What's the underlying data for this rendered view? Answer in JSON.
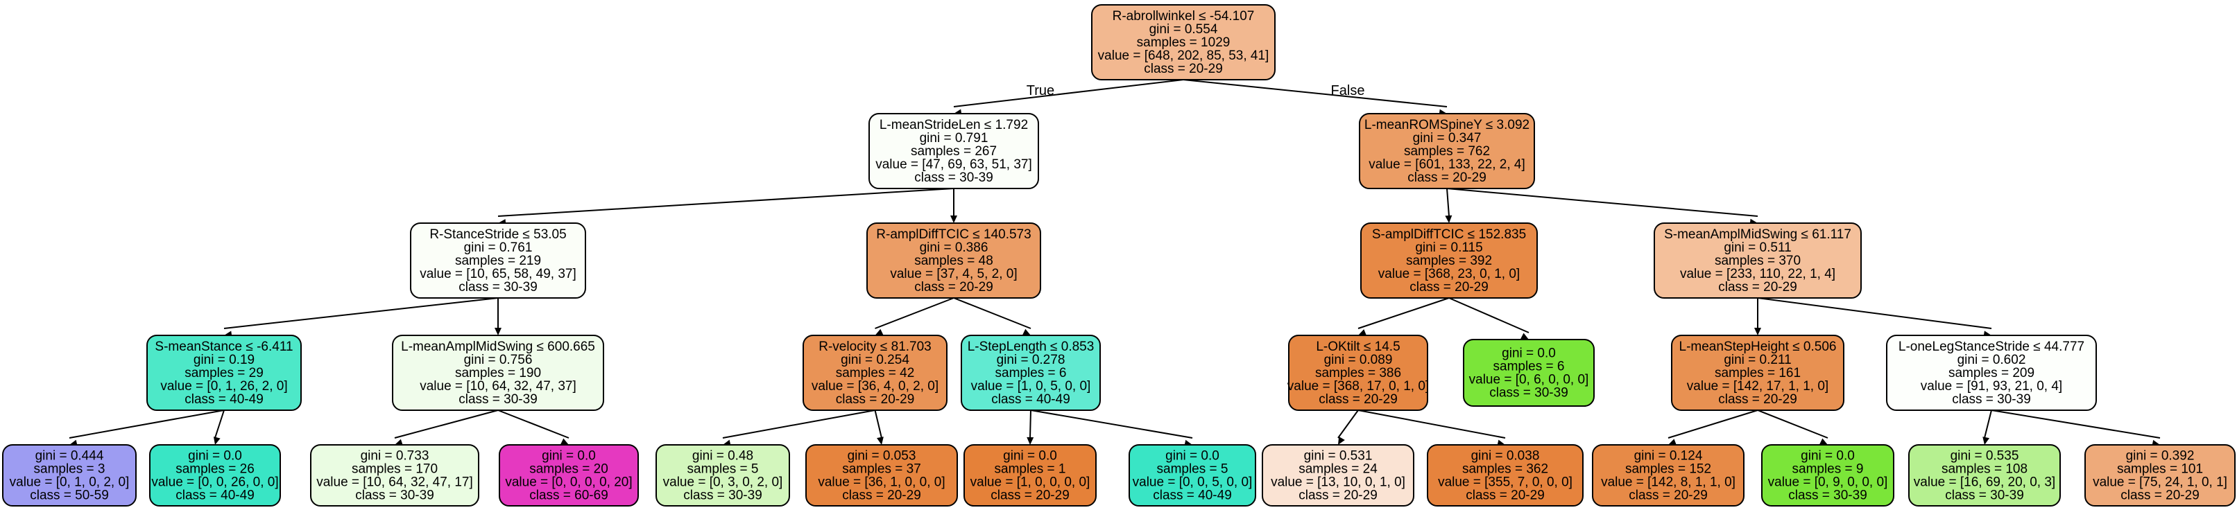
{
  "tree": {
    "edge_labels": {
      "true": "True",
      "false": "False"
    },
    "nodes": [
      {
        "id": "n0",
        "lines": [
          "R-abrollwinkel ≤ -54.107",
          "gini = 0.554",
          "samples = 1029",
          "value = [648, 202, 85, 53, 41]",
          "class = 20-29"
        ],
        "fill": "#f2b890"
      },
      {
        "id": "n1",
        "lines": [
          "L-meanStrideLen ≤ 1.792",
          "gini = 0.791",
          "samples = 267",
          "value = [47, 69, 63, 51, 37]",
          "class = 30-39"
        ],
        "fill": "#fbfef9"
      },
      {
        "id": "n2",
        "lines": [
          "R-StanceStride ≤ 53.05",
          "gini = 0.761",
          "samples = 219",
          "value = [10, 65, 58, 49, 37]",
          "class = 30-39"
        ],
        "fill": "#fbfef8"
      },
      {
        "id": "n3",
        "lines": [
          "S-meanStance ≤ -6.411",
          "gini = 0.19",
          "samples = 29",
          "value = [0, 1, 26, 2, 0]",
          "class = 40-49"
        ],
        "fill": "#4de8c8"
      },
      {
        "id": "n4",
        "lines": [
          "gini = 0.444",
          "samples = 3",
          "value = [0, 1, 0, 2, 0]",
          "class = 50-59"
        ],
        "fill": "#9d9cf2"
      },
      {
        "id": "n5",
        "lines": [
          "gini = 0.0",
          "samples = 26",
          "value = [0, 0, 26, 0, 0]",
          "class = 40-49"
        ],
        "fill": "#39e5c5"
      },
      {
        "id": "n6",
        "lines": [
          "L-meanAmplMidSwing ≤ 600.665",
          "gini = 0.756",
          "samples = 190",
          "value = [10, 64, 32, 47, 37]",
          "class = 30-39"
        ],
        "fill": "#f0fceb"
      },
      {
        "id": "n7",
        "lines": [
          "gini = 0.733",
          "samples = 170",
          "value = [10, 64, 32, 47, 17]",
          "class = 30-39"
        ],
        "fill": "#eafce2"
      },
      {
        "id": "n8",
        "lines": [
          "gini = 0.0",
          "samples = 20",
          "value = [0, 0, 0, 0, 20]",
          "class = 60-69"
        ],
        "fill": "#e539c0"
      },
      {
        "id": "n9",
        "lines": [
          "R-amplDiffTCIC ≤ 140.573",
          "gini = 0.386",
          "samples = 48",
          "value = [37, 4, 5, 2, 0]",
          "class = 20-29"
        ],
        "fill": "#eb9d66"
      },
      {
        "id": "n10",
        "lines": [
          "R-velocity ≤ 81.703",
          "gini = 0.254",
          "samples = 42",
          "value = [36, 4, 0, 2, 0]",
          "class = 20-29"
        ],
        "fill": "#e99356"
      },
      {
        "id": "n11",
        "lines": [
          "gini = 0.48",
          "samples = 5",
          "value = [0, 3, 0, 2, 0]",
          "class = 30-39"
        ],
        "fill": "#d3f6bd"
      },
      {
        "id": "n12",
        "lines": [
          "gini = 0.053",
          "samples = 37",
          "value = [36, 1, 0, 0, 0]",
          "class = 20-29"
        ],
        "fill": "#e6843e"
      },
      {
        "id": "n13",
        "lines": [
          "L-StepLength ≤ 0.853",
          "gini = 0.278",
          "samples = 6",
          "value = [1, 0, 5, 0, 0]",
          "class = 40-49"
        ],
        "fill": "#61ead1"
      },
      {
        "id": "n14",
        "lines": [
          "gini = 0.0",
          "samples = 1",
          "value = [1, 0, 0, 0, 0]",
          "class = 20-29"
        ],
        "fill": "#e58139"
      },
      {
        "id": "n15",
        "lines": [
          "gini = 0.0",
          "samples = 5",
          "value = [0, 0, 5, 0, 0]",
          "class = 40-49"
        ],
        "fill": "#39e5c5"
      },
      {
        "id": "n16",
        "lines": [
          "L-meanROMSpineY ≤ 3.092",
          "gini = 0.347",
          "samples = 762",
          "value = [601, 133, 22, 2, 4]",
          "class = 20-29"
        ],
        "fill": "#eb9d65"
      },
      {
        "id": "n17",
        "lines": [
          "S-amplDiffTCIC ≤ 152.835",
          "gini = 0.115",
          "samples = 392",
          "value = [368, 23, 0, 1, 0]",
          "class = 20-29"
        ],
        "fill": "#e78946"
      },
      {
        "id": "n18",
        "lines": [
          "L-OKtilt ≤ 14.5",
          "gini = 0.089",
          "samples = 386",
          "value = [368, 17, 0, 1, 0]",
          "class = 20-29"
        ],
        "fill": "#e68743"
      },
      {
        "id": "n19",
        "lines": [
          "gini = 0.531",
          "samples = 24",
          "value = [13, 10, 0, 1, 0]",
          "class = 20-29"
        ],
        "fill": "#fae3d3"
      },
      {
        "id": "n20",
        "lines": [
          "gini = 0.038",
          "samples = 362",
          "value = [355, 7, 0, 0, 0]",
          "class = 20-29"
        ],
        "fill": "#e6833d"
      },
      {
        "id": "n21",
        "lines": [
          "gini = 0.0",
          "samples = 6",
          "value = [0, 6, 0, 0, 0]",
          "class = 30-39"
        ],
        "fill": "#7be539"
      },
      {
        "id": "n22",
        "lines": [
          "S-meanAmplMidSwing ≤ 61.117",
          "gini = 0.511",
          "samples = 370",
          "value = [233, 110, 22, 1, 4]",
          "class = 20-29"
        ],
        "fill": "#f4c09b"
      },
      {
        "id": "n23",
        "lines": [
          "L-meanStepHeight ≤ 0.506",
          "gini = 0.211",
          "samples = 161",
          "value = [142, 17, 1, 1, 0]",
          "class = 20-29"
        ],
        "fill": "#e89152"
      },
      {
        "id": "n24",
        "lines": [
          "gini = 0.124",
          "samples = 152",
          "value = [142, 8, 1, 1, 0]",
          "class = 20-29"
        ],
        "fill": "#e78a47"
      },
      {
        "id": "n25",
        "lines": [
          "gini = 0.0",
          "samples = 9",
          "value = [0, 9, 0, 0, 0]",
          "class = 30-39"
        ],
        "fill": "#7be539"
      },
      {
        "id": "n26",
        "lines": [
          "L-oneLegStanceStride ≤ 44.777",
          "gini = 0.602",
          "samples = 209",
          "value = [91, 93, 21, 0, 4]",
          "class = 30-39"
        ],
        "fill": "#fdfffc"
      },
      {
        "id": "n27",
        "lines": [
          "gini = 0.535",
          "samples = 108",
          "value = [16, 69, 20, 0, 3]",
          "class = 30-39"
        ],
        "fill": "#b6f090"
      },
      {
        "id": "n28",
        "lines": [
          "gini = 0.392",
          "samples = 101",
          "value = [75, 24, 1, 0, 1]",
          "class = 20-29"
        ],
        "fill": "#eeaa7a"
      }
    ],
    "edges": [
      {
        "from": "n0",
        "to": "n1",
        "label": "true"
      },
      {
        "from": "n0",
        "to": "n16",
        "label": "false"
      },
      {
        "from": "n1",
        "to": "n2"
      },
      {
        "from": "n1",
        "to": "n9"
      },
      {
        "from": "n2",
        "to": "n3"
      },
      {
        "from": "n2",
        "to": "n6"
      },
      {
        "from": "n3",
        "to": "n4"
      },
      {
        "from": "n3",
        "to": "n5"
      },
      {
        "from": "n6",
        "to": "n7"
      },
      {
        "from": "n6",
        "to": "n8"
      },
      {
        "from": "n9",
        "to": "n10"
      },
      {
        "from": "n9",
        "to": "n13"
      },
      {
        "from": "n10",
        "to": "n11"
      },
      {
        "from": "n10",
        "to": "n12"
      },
      {
        "from": "n13",
        "to": "n14"
      },
      {
        "from": "n13",
        "to": "n15"
      },
      {
        "from": "n16",
        "to": "n17"
      },
      {
        "from": "n16",
        "to": "n22"
      },
      {
        "from": "n17",
        "to": "n18"
      },
      {
        "from": "n17",
        "to": "n21"
      },
      {
        "from": "n18",
        "to": "n19"
      },
      {
        "from": "n18",
        "to": "n20"
      },
      {
        "from": "n22",
        "to": "n23"
      },
      {
        "from": "n22",
        "to": "n26"
      },
      {
        "from": "n23",
        "to": "n24"
      },
      {
        "from": "n23",
        "to": "n25"
      },
      {
        "from": "n26",
        "to": "n27"
      },
      {
        "from": "n26",
        "to": "n28"
      }
    ]
  }
}
